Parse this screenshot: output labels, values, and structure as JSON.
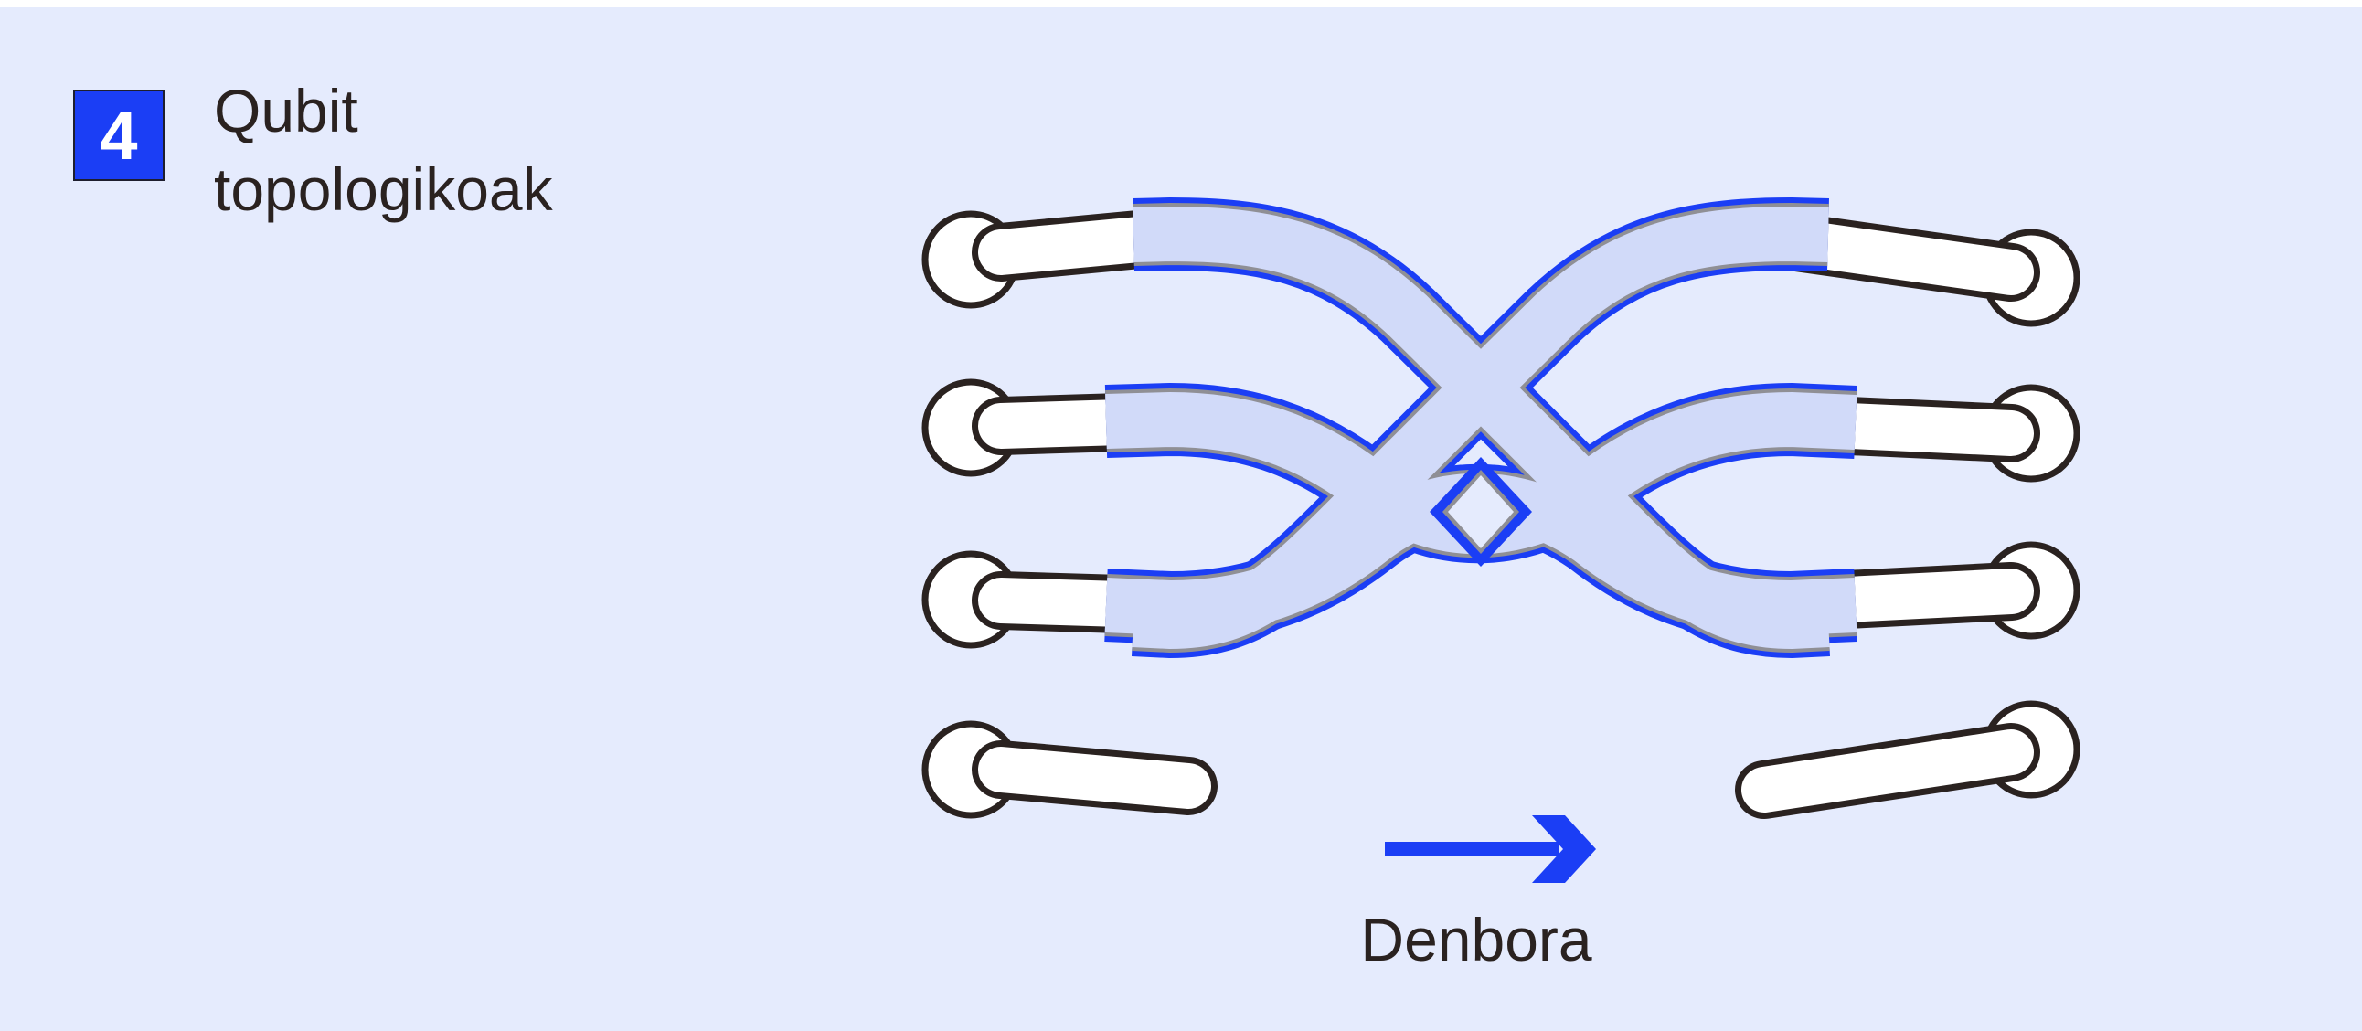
{
  "badge": {
    "number": "4"
  },
  "title": {
    "line1": "Qubit",
    "line2": "topologikoak"
  },
  "time_label": "Denbora",
  "colors": {
    "background": "#e5ebfd",
    "accent": "#1b3ef5",
    "band_fill": "#d1daf9",
    "band_edge": "#8f8f95",
    "ink": "#2a2220",
    "wire_fill": "#ffffff"
  },
  "icons": {
    "time_arrow": "right-arrow-icon"
  }
}
